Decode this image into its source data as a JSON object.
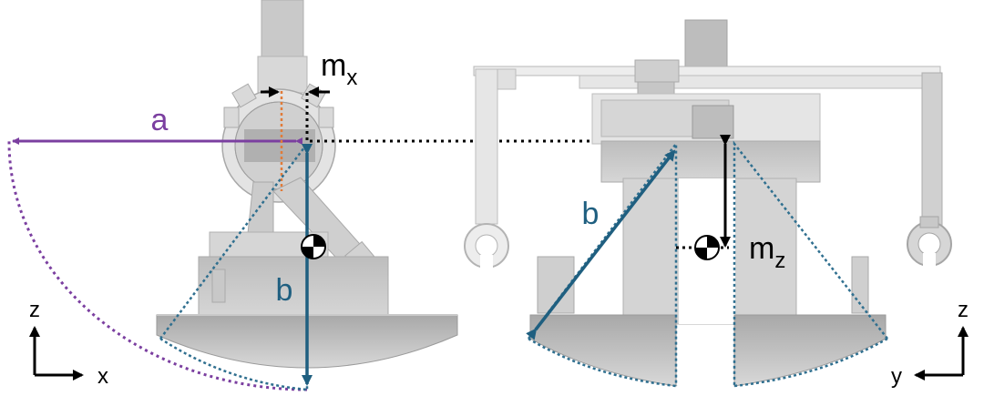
{
  "labels": {
    "a": "a",
    "b_left": "b",
    "b_right": "b",
    "m_x_base": "m",
    "m_x_sub": "x",
    "m_z_base": "m",
    "m_z_sub": "z"
  },
  "axes": {
    "left": {
      "vertical": "z",
      "horizontal": "x"
    },
    "right": {
      "vertical": "z",
      "horizontal": "y"
    }
  },
  "colors": {
    "a_purple": "#7b3fa0",
    "b_blue": "#1f5f80",
    "dotted_blue": "#2f6f8f",
    "orange": "#e07b39",
    "black": "#000000",
    "gray_light": "#dcdcdc",
    "gray_mid": "#c4c4c4",
    "gray_dark": "#9a9a9a"
  }
}
